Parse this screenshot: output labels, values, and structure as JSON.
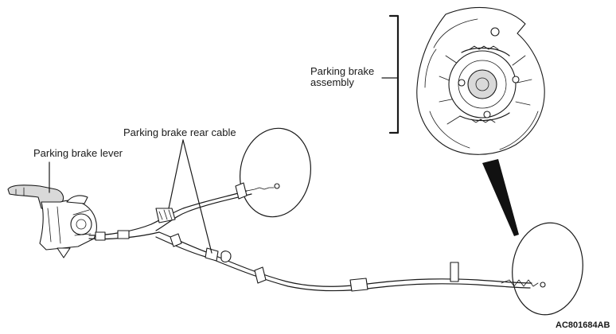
{
  "labels": {
    "parking_brake_lever": "Parking brake lever",
    "parking_brake_rear_cable": "Parking brake rear cable",
    "parking_brake_assembly_line1": "Parking brake",
    "parking_brake_assembly_line2": "assembly"
  },
  "figure_code": "AC801684AB"
}
